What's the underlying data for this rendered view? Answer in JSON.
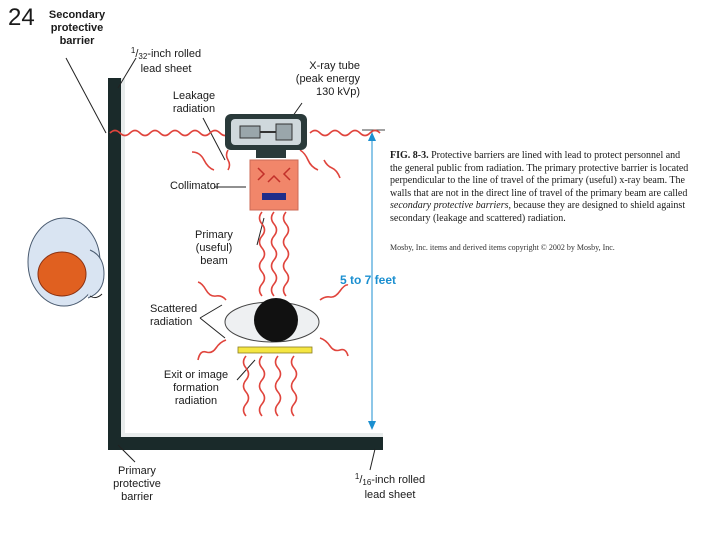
{
  "slide_number": "24",
  "labels": {
    "secondary_barrier": "Secondary protective barrier",
    "lead_top_num": "1",
    "lead_top_den": "32",
    "lead_top_text": "-inch rolled lead sheet",
    "leakage": "Leakage radiation",
    "xray_tube": "X-ray tube (peak energy 130 kVp)",
    "collimator": "Collimator",
    "primary_beam": "Primary (useful) beam",
    "scattered": "Scattered radiation",
    "exit": "Exit or image formation radiation",
    "primary_barrier": "Primary protective barrier",
    "lead_bottom_num": "1",
    "lead_bottom_den": "16",
    "lead_bottom_text": "-inch rolled lead sheet",
    "distance": "5 to 7 feet"
  },
  "caption": {
    "fig": "FIG. 8-3.",
    "part1": " Protective barriers are lined with lead to protect personnel and the general public from radiation. The primary protective barrier is located perpendicular to the line of travel of the primary (useful) x-ray beam. The walls that are not in the direct line of travel of the primary beam are called ",
    "italic": "secondary protective barriers,",
    "part2": " because they are designed to shield against secondary (leakage and scattered) radiation.",
    "copyright": "Mosby, Inc. items and derived items copyright © 2002 by Mosby, Inc."
  },
  "colors": {
    "wall": "#1a2a2a",
    "wave": "#e0443c",
    "collimator": "#f1866a",
    "table": "#f5e642",
    "dimension": "#1b8fd0",
    "tech_body": "#d9e4f2",
    "tech_hair": "#e06020"
  }
}
